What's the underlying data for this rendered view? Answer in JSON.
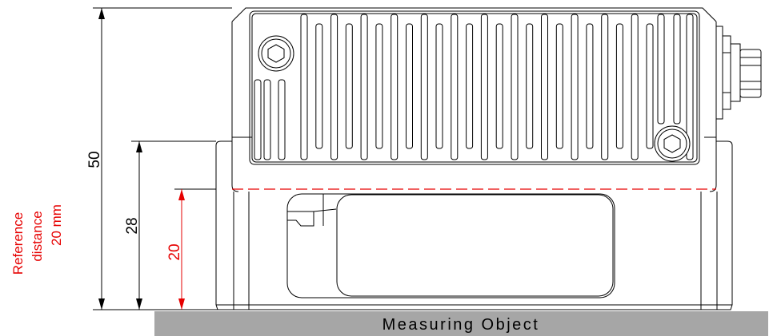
{
  "dimensions": {
    "total_height": "50",
    "housing_height": "28",
    "reference_height": "20"
  },
  "reference_note": {
    "line1": "Reference",
    "line2": "distance",
    "line3": "20 mm"
  },
  "target_label": "Measuring Object",
  "colors": {
    "line": "#000000",
    "reference": "#e60000",
    "target_fill": "#a6a6a6"
  }
}
